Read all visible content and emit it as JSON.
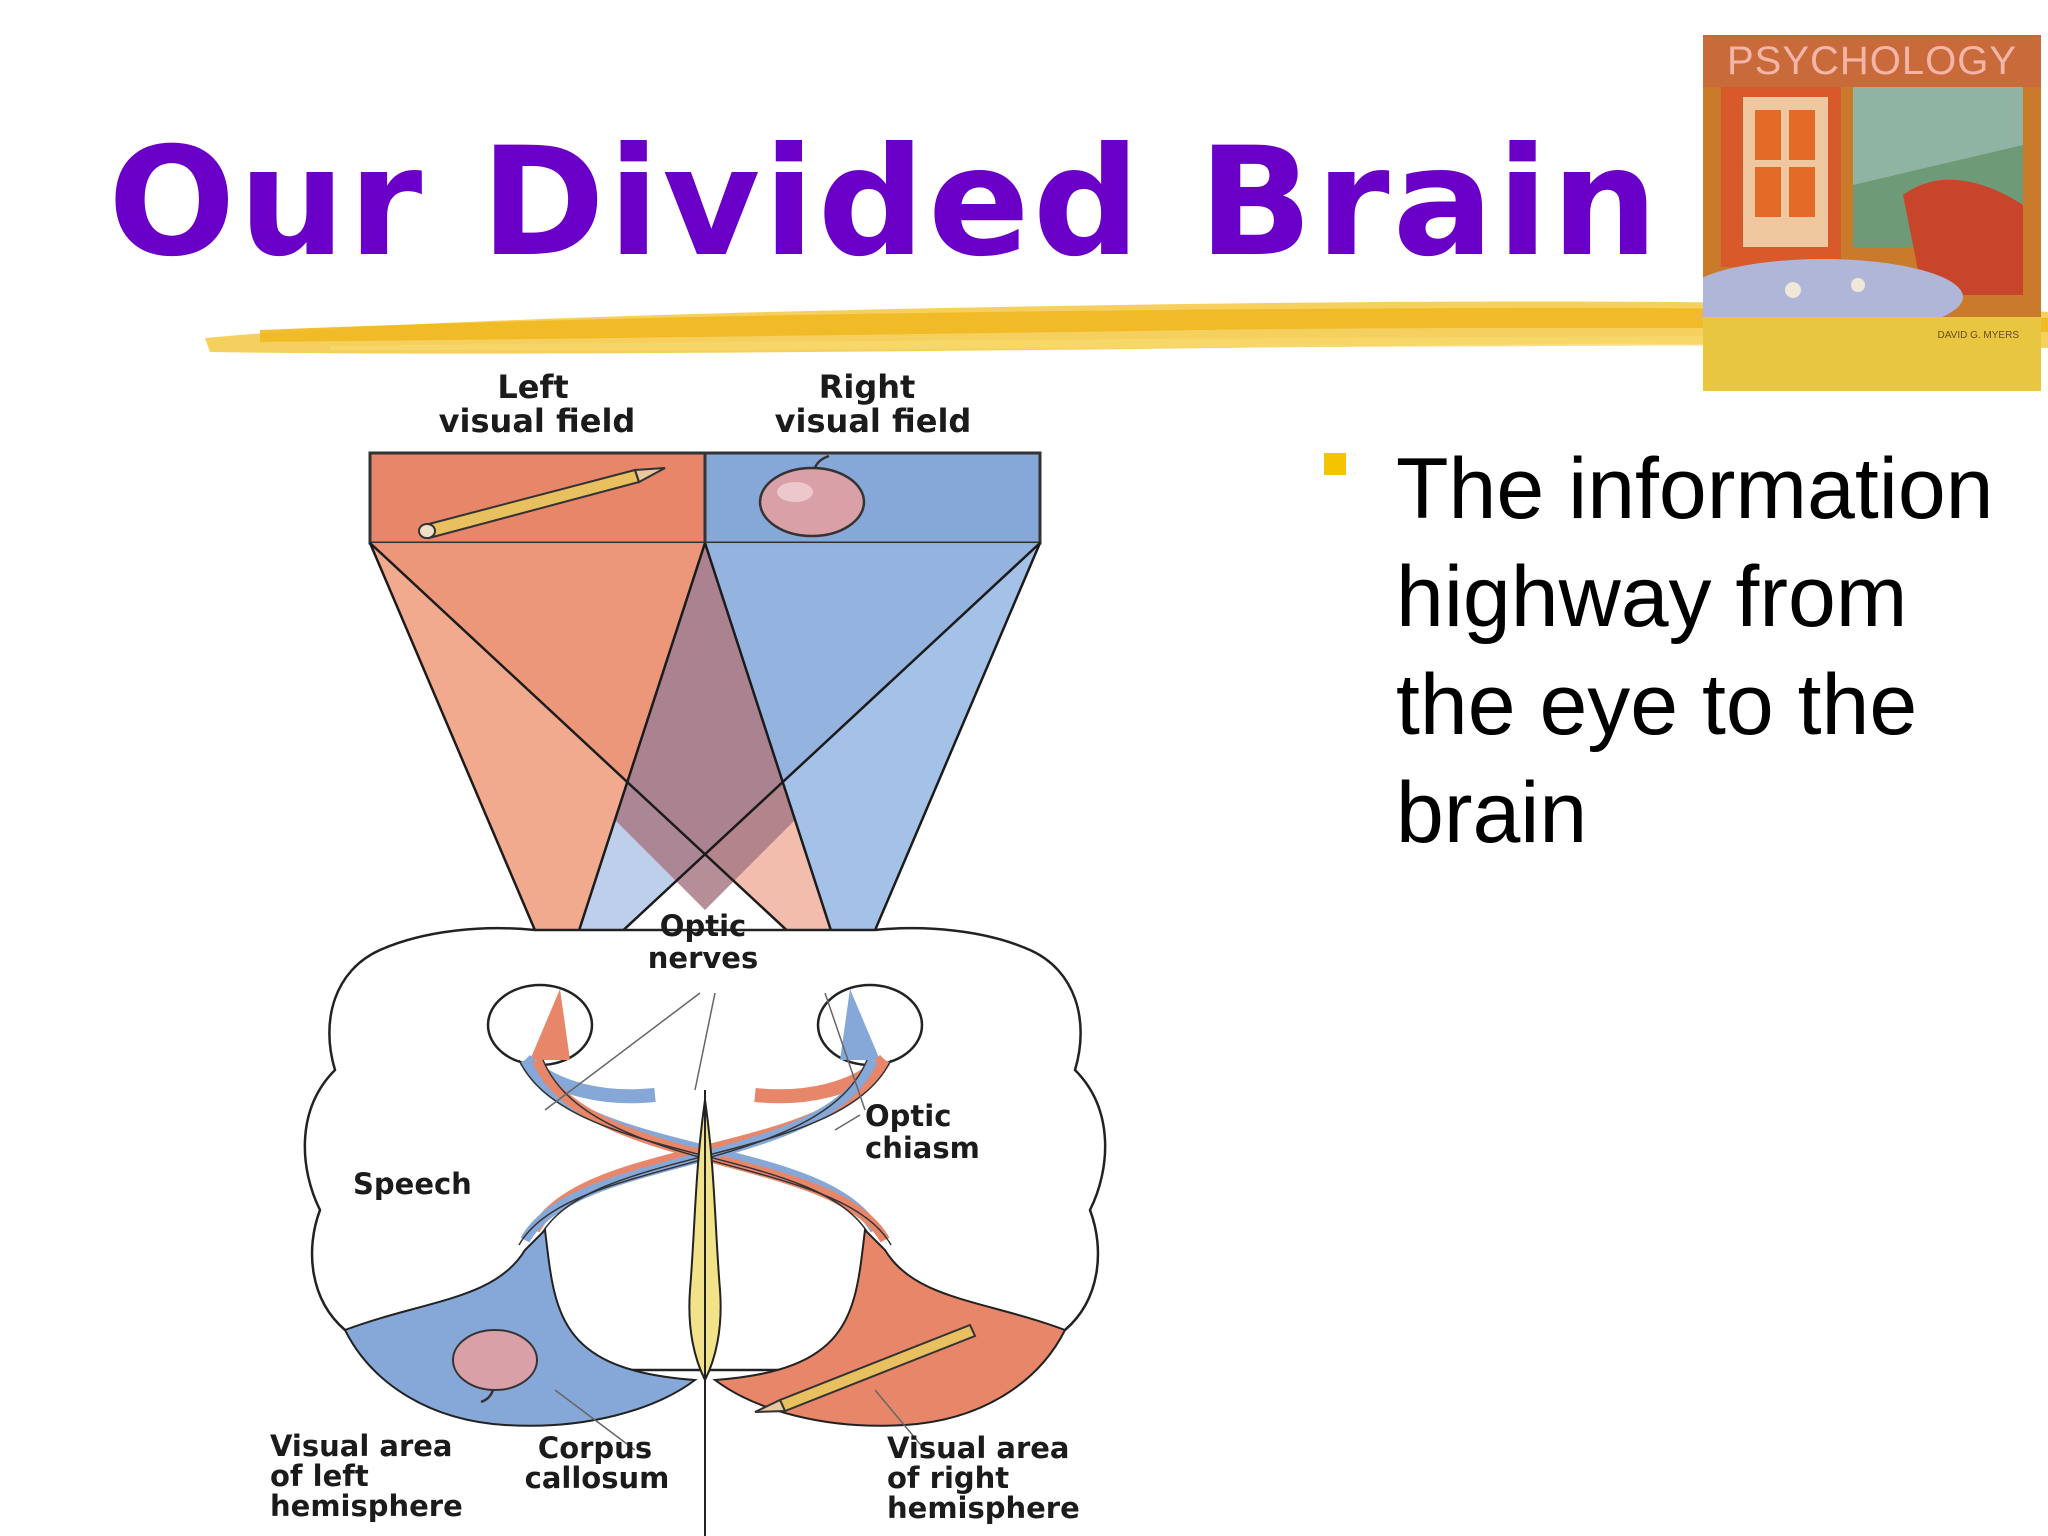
{
  "slide": {
    "title": "Our Divided Brain",
    "bullets": [
      "The information highway from the eye to the brain"
    ],
    "cover": {
      "title": "PSYCHOLOGY",
      "author": "DAVID G. MYERS"
    }
  },
  "diagram": {
    "labels": {
      "left_field_1": "Left",
      "left_field_2": "visual field",
      "right_field_1": "Right",
      "right_field_2": "visual field",
      "optic_nerves_1": "Optic",
      "optic_nerves_2": "nerves",
      "optic_chiasm_1": "Optic",
      "optic_chiasm_2": "chiasm",
      "speech": "Speech",
      "visual_left_1": "Visual area",
      "visual_left_2": "of left",
      "visual_left_3": "hemisphere",
      "corpus_1": "Corpus",
      "corpus_2": "callosum",
      "visual_right_1": "Visual area",
      "visual_right_2": "of right",
      "visual_right_3": "hemisphere"
    },
    "colors": {
      "left_field": "#e8866a",
      "right_field": "#86a8d8",
      "overlap": "#a87a86",
      "corpus": "#f2e28a"
    }
  },
  "theme": {
    "title_color": "#6a00c8",
    "accent_stroke": "#f4c430",
    "bullet_color": "#f5c400"
  }
}
